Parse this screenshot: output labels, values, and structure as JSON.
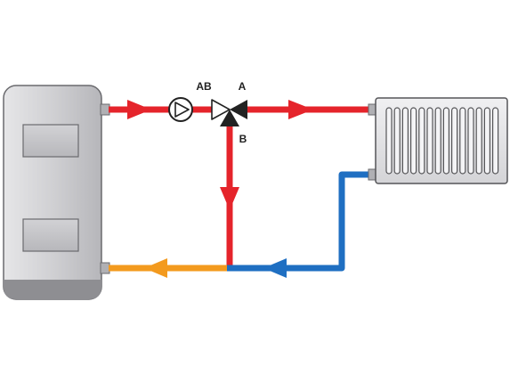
{
  "labels": {
    "valve_port_ab": "AB",
    "valve_port_a": "A",
    "valve_port_b": "B"
  },
  "colors": {
    "supply_hot": "#e5242b",
    "return_cold": "#1f6fc2",
    "mixed_return": "#f39a1e",
    "boiler_body": "#c7c7c9",
    "boiler_base": "#8e8e92",
    "radiator_body": "#e3e3e5",
    "outline": "#444444"
  },
  "icons": [
    "boiler-icon",
    "pump-icon",
    "three-way-valve-icon",
    "radiator-icon",
    "flow-arrow-icon"
  ]
}
